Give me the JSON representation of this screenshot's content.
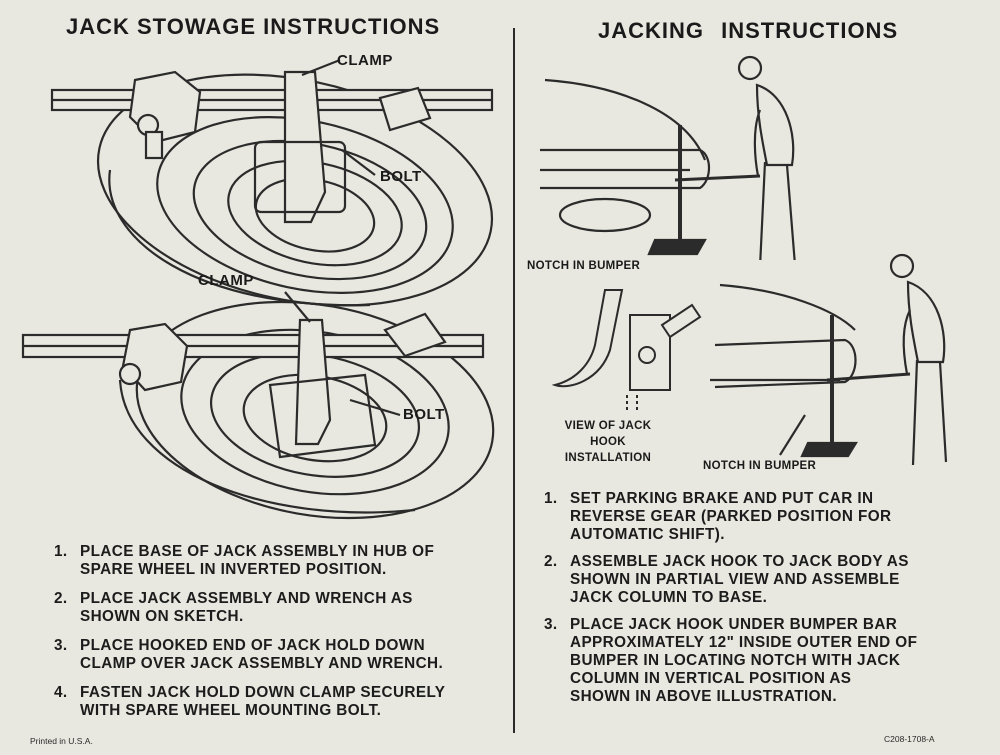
{
  "left": {
    "heading": "JACK STOWAGE INSTRUCTIONS",
    "labels": {
      "clamp_top": "CLAMP",
      "bolt_top": "BOLT",
      "clamp_bottom": "CLAMP",
      "bolt_bottom": "BOLT"
    },
    "steps": [
      {
        "num": "1.",
        "text": "PLACE BASE OF JACK ASSEMBLY IN HUB OF\nSPARE WHEEL IN INVERTED POSITION."
      },
      {
        "num": "2.",
        "text": "PLACE JACK ASSEMBLY AND WRENCH AS\nSHOWN ON SKETCH."
      },
      {
        "num": "3.",
        "text": "PLACE HOOKED END OF JACK HOLD DOWN\nCLAMP OVER JACK ASSEMBLY AND WRENCH."
      },
      {
        "num": "4.",
        "text": "FASTEN JACK HOLD DOWN CLAMP SECURELY\nWITH SPARE WHEEL MOUNTING BOLT."
      }
    ],
    "footer": "Printed in U.S.A."
  },
  "right": {
    "heading": "JACKING INSTRUCTIONS",
    "labels": {
      "notch_top": "NOTCH IN BUMPER",
      "view_line1": "VIEW OF JACK",
      "view_line2": "HOOK",
      "view_line3": "INSTALLATION",
      "notch_bottom": "NOTCH IN BUMPER"
    },
    "steps": [
      {
        "num": "1.",
        "text": "SET PARKING BRAKE AND PUT CAR IN\nREVERSE GEAR (PARKED POSITION FOR\nAUTOMATIC SHIFT)."
      },
      {
        "num": "2.",
        "text": "ASSEMBLE JACK HOOK TO JACK BODY AS\nSHOWN IN PARTIAL VIEW AND ASSEMBLE\nJACK COLUMN TO BASE."
      },
      {
        "num": "3.",
        "text": "PLACE JACK HOOK UNDER BUMPER BAR\nAPPROXIMATELY 12\" INSIDE OUTER END OF\nBUMPER IN LOCATING NOTCH WITH JACK\nCOLUMN IN VERTICAL POSITION AS\nSHOWN IN ABOVE ILLUSTRATION."
      }
    ],
    "footer": "C208-1708-A"
  }
}
